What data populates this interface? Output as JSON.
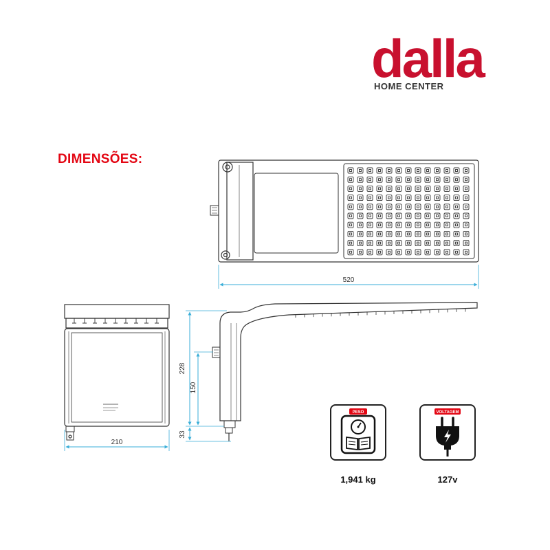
{
  "brand": {
    "name": "dalla",
    "tagline": "HOME CENTER",
    "color": "#c8102e"
  },
  "section_title": "DIMENSÕES:",
  "dimensions": {
    "width_top": "520",
    "width_front": "210",
    "height_total": "228",
    "height_mid": "150",
    "height_bottom": "33"
  },
  "specs": {
    "weight": {
      "label": "PESO",
      "value": "1,941 kg",
      "icon": "scale-icon"
    },
    "voltage": {
      "label": "VOLTAGEM",
      "value": "127v",
      "icon": "plug-icon"
    }
  },
  "colors": {
    "dimension_line": "#3aaed8",
    "accent_red": "#e30613"
  }
}
